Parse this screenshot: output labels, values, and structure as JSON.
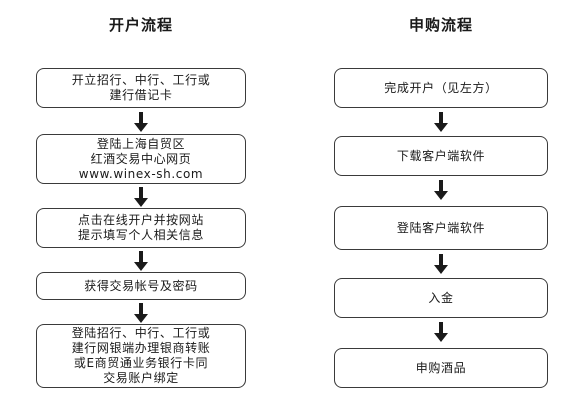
{
  "left_flow": {
    "title": "开户流程",
    "steps": [
      "开立招行、中行、工行或\n建行借记卡",
      "登陆上海自贸区\n红酒交易中心网页\nwww.winex-sh.com",
      "点击在线开户并按网站\n提示填写个人相关信息",
      "获得交易帐号及密码",
      "登陆招行、中行、工行或\n建行网银端办理银商转账\n或E商贸通业务银行卡同\n交易账户绑定"
    ]
  },
  "right_flow": {
    "title": "申购流程",
    "steps": [
      "完成开户（见左方）",
      "下载客户端软件",
      "登陆客户端软件",
      "入金",
      "申购酒品"
    ]
  }
}
